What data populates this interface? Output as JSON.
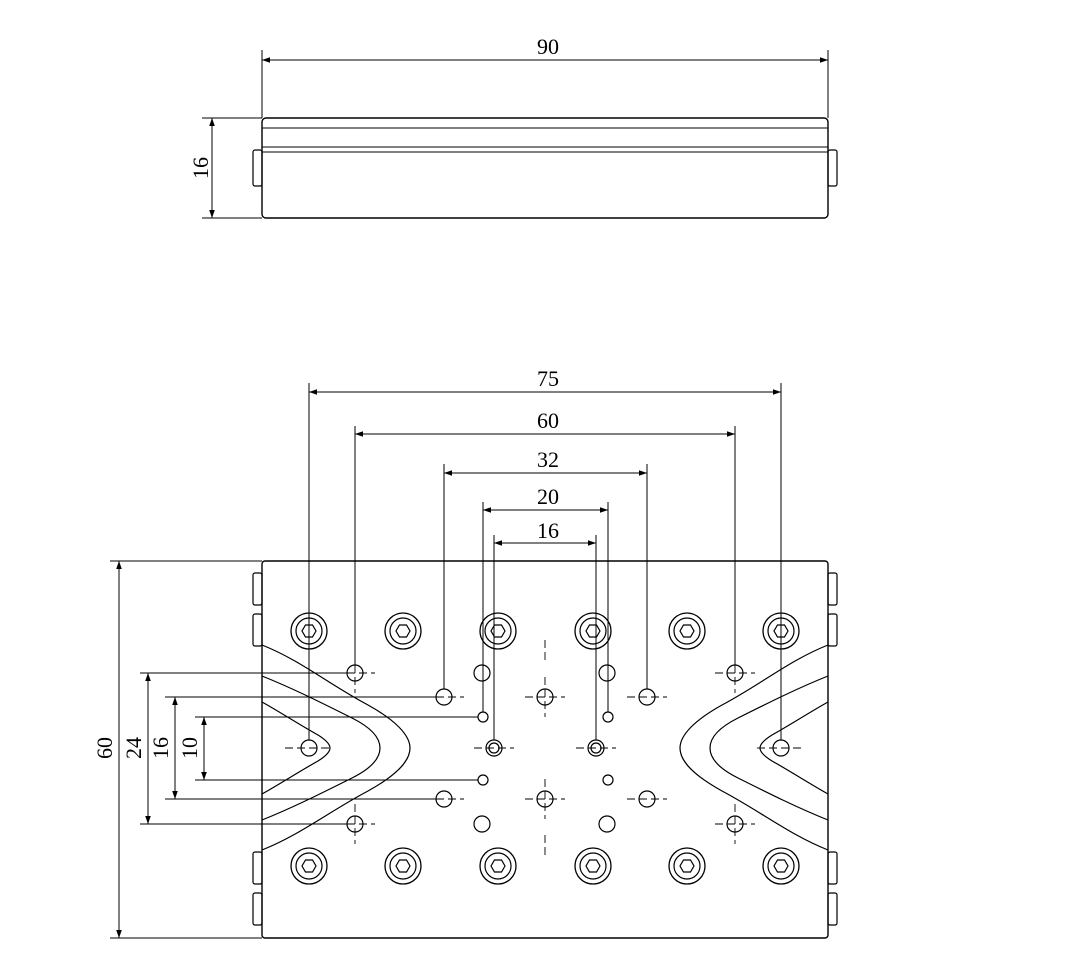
{
  "drawing": {
    "top_view": {
      "width_label": "90",
      "height_label": "16"
    },
    "front_view": {
      "horizontal_dims": [
        "75",
        "60",
        "32",
        "20",
        "16"
      ],
      "vertical_dims": [
        "60",
        "24",
        "16",
        "10"
      ]
    }
  }
}
